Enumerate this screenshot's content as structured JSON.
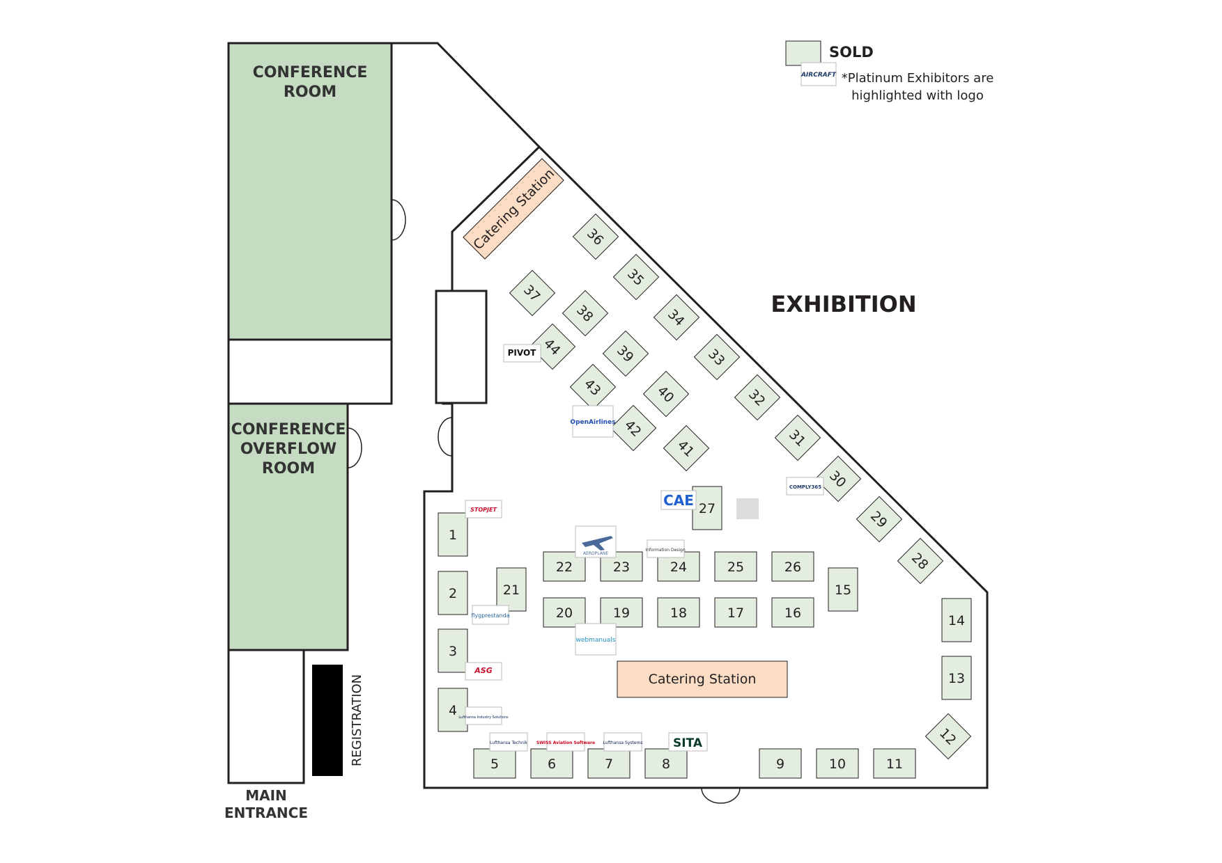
{
  "colors": {
    "room_fill": "#c5dbc2",
    "booth_fill": "#e3eee1",
    "catering_fill": "#fbdcc4",
    "wall": "#231f20",
    "unsold": "#dcdcdc"
  },
  "legend": {
    "sold_label": "SOLD",
    "platinum_line1": "*Platinum Exhibitors are",
    "platinum_line2": "highlighted with logo",
    "sample_logo": "AIRCRAFT"
  },
  "rooms": {
    "conference_line1": "CONFERENCE",
    "conference_line2": "ROOM",
    "overflow_line1": "CONFERENCE",
    "overflow_line2": "OVERFLOW",
    "overflow_line3": "ROOM",
    "registration": "REGISTRATION",
    "main_entrance_line1": "MAIN",
    "main_entrance_line2": "ENTRANCE"
  },
  "hall": {
    "title": "EXHIBITION",
    "catering_top": "Catering Station",
    "catering_bottom": "Catering Station"
  },
  "booths": [
    "1",
    "2",
    "3",
    "4",
    "5",
    "6",
    "7",
    "8",
    "9",
    "10",
    "11",
    "12",
    "13",
    "14",
    "15",
    "16",
    "17",
    "18",
    "19",
    "20",
    "21",
    "22",
    "23",
    "24",
    "25",
    "26",
    "27",
    "28",
    "29",
    "30",
    "31",
    "32",
    "33",
    "34",
    "35",
    "36",
    "37",
    "38",
    "39",
    "40",
    "41",
    "42",
    "43",
    "44"
  ],
  "logos": {
    "pivot": "PIVOT",
    "openairlines": "OpenAirlines",
    "comply365": "COMPLY365",
    "cae": "CAE",
    "stopjet": "STOPJET",
    "information_design": "Information Design",
    "flygprestanda": "flygprestanda",
    "webmanuals": "webmanuals",
    "asg": "ASG",
    "lufthansa_industry": "Lufthansa Industry Solutions",
    "lufthansa_technik": "Lufthansa Technik",
    "swiss": "SWISS Aviation Software",
    "lufthansa_systems": "Lufthansa Systems",
    "sita": "SITA",
    "airplane": "AEROPLANE"
  }
}
